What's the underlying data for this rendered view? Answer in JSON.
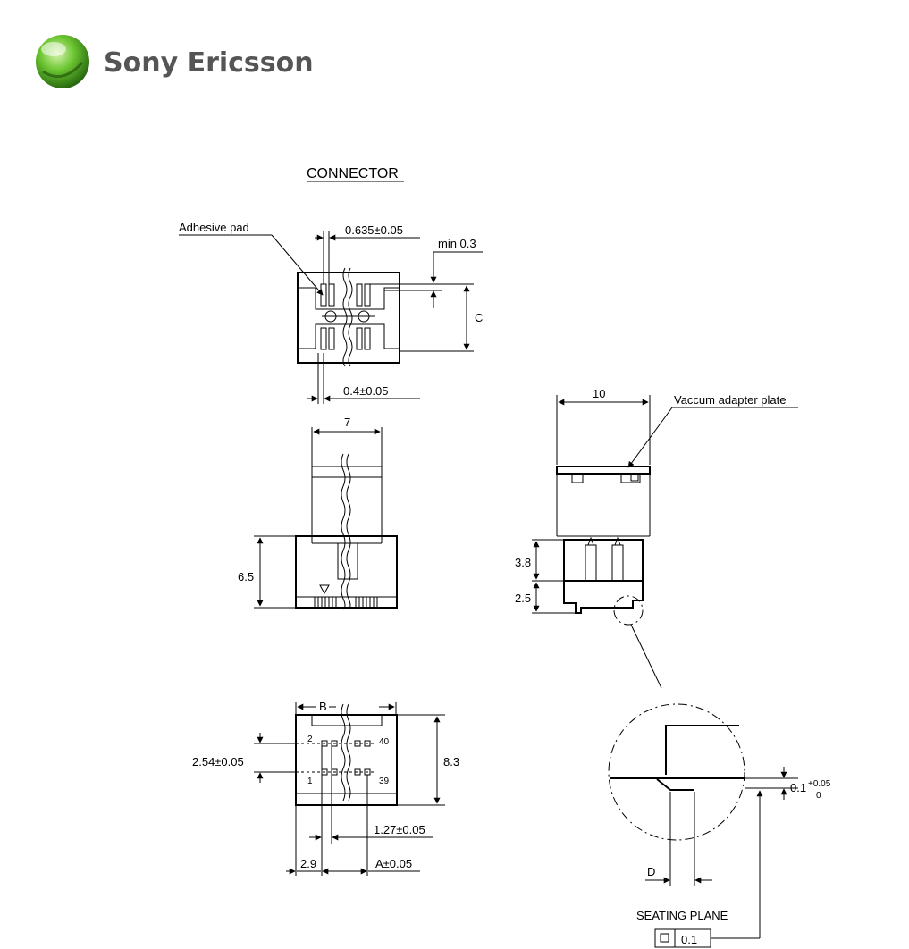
{
  "brand": {
    "name": "Sony Ericsson",
    "logo_icon": "sony-ericsson-globe-icon",
    "colors": {
      "green": "#5cb82e",
      "dark_green": "#2f7a12",
      "text_gray": "#555555"
    }
  },
  "drawing": {
    "title": "CONNECTOR",
    "top_view": {
      "label_adhesive": "Adhesive pad",
      "dim_pitch_top": "0.635±0.05",
      "dim_min": "min 0.3",
      "dim_c": "C",
      "dim_bottom": "0.4±0.05"
    },
    "front_view": {
      "dim_width": "7",
      "dim_height": "6.5"
    },
    "bottom_view": {
      "dim_b": "B",
      "pin_2": "2",
      "pin_40": "40",
      "pin_1": "1",
      "pin_39": "39",
      "dim_row_pitch": "2.54±0.05",
      "dim_depth": "8.3",
      "dim_pitch": "1.27±0.05",
      "dim_edge": "2.9",
      "dim_a": "A±0.05"
    },
    "side_view": {
      "dim_width": "10",
      "label_plate": "Vaccum adapter plate",
      "dim_upper": "3.8",
      "dim_lower": "2.5"
    },
    "detail_view": {
      "dim_d": "D",
      "tol_base": "0.1",
      "tol_plus": "+0.05",
      "tol_minus": "0",
      "label_seating": "SEATING PLANE",
      "flatness_value": "0.1"
    }
  }
}
